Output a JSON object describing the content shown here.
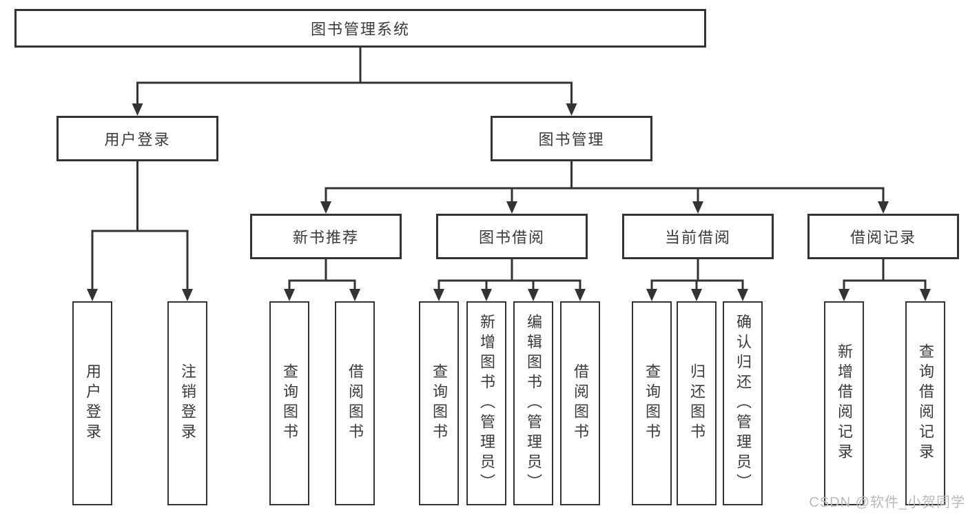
{
  "nodes": {
    "root": "图书管理系统",
    "user_login": "用户登录",
    "book_management": "图书管理",
    "login_children": [
      "用户登录",
      "注销登录"
    ],
    "modules": [
      "新书推荐",
      "图书借阅",
      "当前借阅",
      "借阅记录"
    ],
    "recommend_children": [
      "查询图书",
      "借阅图书"
    ],
    "borrow_children": [
      "查询图书",
      "新增图书（管理员）",
      "编辑图书（管理员）",
      "借阅图书"
    ],
    "current_children": [
      "查询图书",
      "归还图书",
      "确认归还（管理员）"
    ],
    "record_children": [
      "新增借阅记录",
      "查询借阅记录"
    ]
  },
  "watermark": {
    "text": "CSDN @软件_小贺同学",
    "color": "#b9b9b9"
  },
  "colors": {
    "line": "#333333",
    "box_border": "#333333",
    "text": "#3a3a3a",
    "background": "#ffffff"
  }
}
